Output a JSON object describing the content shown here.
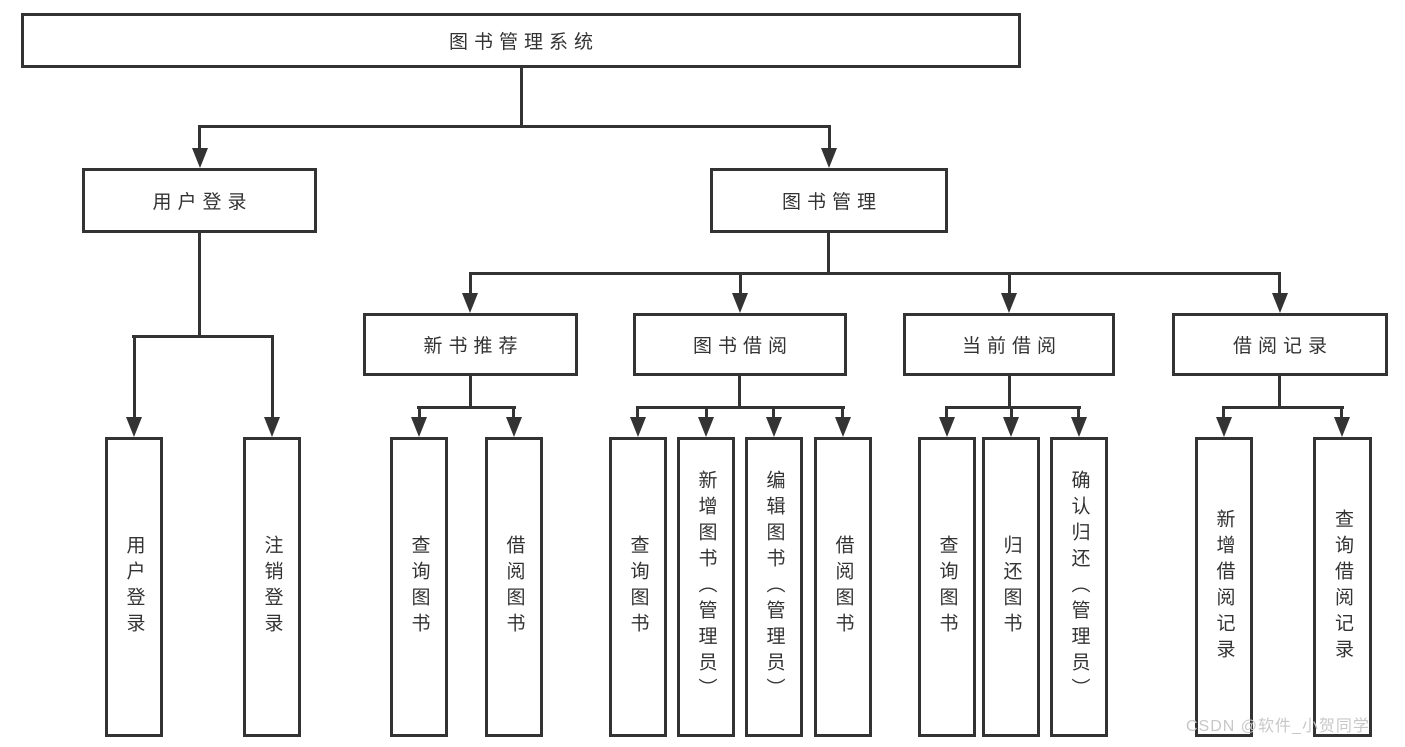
{
  "diagram_title": "图书管理系统",
  "tree": {
    "root": {
      "label": "图书管理系统"
    },
    "branches": [
      {
        "label": "用户登录",
        "children": [
          {
            "label": "用户登录"
          },
          {
            "label": "注销登录"
          }
        ]
      },
      {
        "label": "图书管理",
        "children": [
          {
            "label": "新书推荐",
            "children": [
              {
                "label": "查询图书"
              },
              {
                "label": "借阅图书"
              }
            ]
          },
          {
            "label": "图书借阅",
            "children": [
              {
                "label": "查询图书"
              },
              {
                "label": "新增图书（管理员）"
              },
              {
                "label": "编辑图书（管理员）"
              },
              {
                "label": "借阅图书"
              }
            ]
          },
          {
            "label": "当前借阅",
            "children": [
              {
                "label": "查询图书"
              },
              {
                "label": "归还图书"
              },
              {
                "label": "确认归还（管理员）"
              }
            ]
          },
          {
            "label": "借阅记录",
            "children": [
              {
                "label": "新增借阅记录"
              },
              {
                "label": "查询借阅记录"
              }
            ]
          }
        ]
      }
    ]
  },
  "watermark": {
    "text": "CSDN @软件_小贺同学"
  },
  "colors": {
    "line": "#333333",
    "text": "#333333",
    "background": "#ffffff",
    "watermark": "#c8c8c8"
  }
}
